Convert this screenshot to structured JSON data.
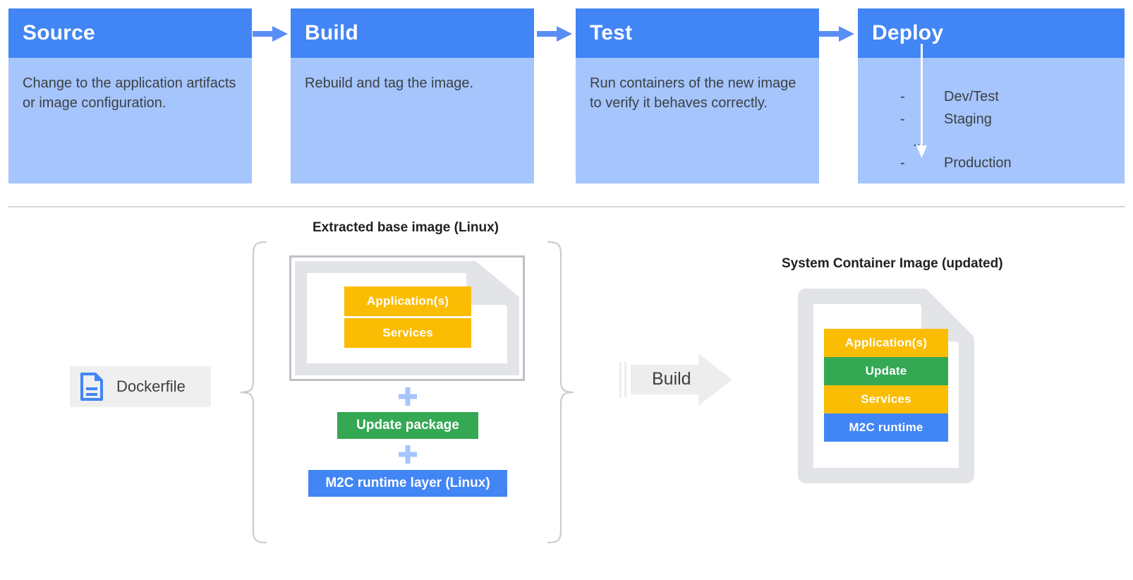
{
  "pipeline": {
    "stages": [
      {
        "title": "Source",
        "desc": "Change to the application artifacts or image configuration."
      },
      {
        "title": "Build",
        "desc": "Rebuild and tag the image."
      },
      {
        "title": "Test",
        "desc": "Run containers of the new image to verify it behaves correctly."
      },
      {
        "title": "Deploy",
        "desc": ""
      }
    ],
    "deploy_environments": [
      {
        "marker": "-",
        "label": "Dev/Test"
      },
      {
        "marker": "-",
        "label": "Staging"
      },
      {
        "marker": "...",
        "label": ""
      },
      {
        "marker": "-",
        "label": "Production"
      }
    ],
    "connector_icon": "arrow-right-icon"
  },
  "flow": {
    "dockerfile": {
      "label": "Dockerfile",
      "icon": "document-icon"
    },
    "base_image": {
      "label": "Extracted base image (Linux)",
      "layers": [
        {
          "name": "Application(s)",
          "color": "#FBBC04"
        },
        {
          "name": "Services",
          "color": "#FBBC04"
        }
      ]
    },
    "additions": [
      {
        "operator": "+",
        "label": "Update package",
        "color": "#34A853"
      },
      {
        "operator": "+",
        "label": "M2C runtime layer (Linux)",
        "color": "#4285F4"
      }
    ],
    "build_action": {
      "label": "Build",
      "icon": "arrow-right-block-icon"
    },
    "result": {
      "label": "System Container Image (updated)",
      "layers": [
        {
          "name": "Application(s)",
          "color": "#FBBC04"
        },
        {
          "name": "Update",
          "color": "#34A853"
        },
        {
          "name": "Services",
          "color": "#FBBC04"
        },
        {
          "name": "M2C runtime",
          "color": "#4285F4"
        }
      ]
    }
  },
  "colors": {
    "blue_dark": "#4285F4",
    "blue_light": "#A5C5FC",
    "yellow": "#FBBC04",
    "green": "#34A853",
    "gray_border": "#BDC1C6",
    "gray_fill": "#E8EAED",
    "text": "#3C4043"
  }
}
